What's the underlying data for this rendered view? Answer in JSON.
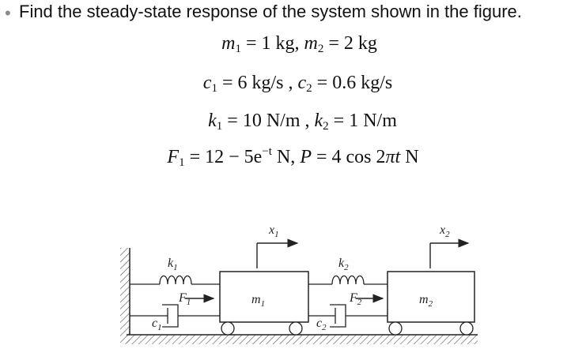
{
  "question": {
    "bullet": "•",
    "text": "Find the steady-state response of the system shown in the figure."
  },
  "equations": {
    "line1": {
      "m1_sym": "m",
      "m1_sub": "1",
      "m1_val": "1 kg,",
      "m2_sym": "m",
      "m2_sub": "2",
      "m2_val": "2 kg"
    },
    "line2": {
      "c1_sym": "c",
      "c1_sub": "1",
      "c1_val": "6 kg/s ,",
      "c2_sym": "c",
      "c2_sub": "2",
      "c2_val": "0.6 kg/s"
    },
    "line3": {
      "k1_sym": "k",
      "k1_sub": "1",
      "k1_val": "10 N/m ,",
      "k2_sym": "k",
      "k2_sub": "2",
      "k2_val": "1 N/m"
    },
    "line4": {
      "F1_sym": "F",
      "F1_sub": "1",
      "F1_expr": "12 − 5e",
      "F1_exp": "−t",
      "F1_unit": "N,",
      "P_sym": "P",
      "P_expr": "4 cos 2",
      "P_pi": "πt",
      "P_unit": "N"
    }
  },
  "figure": {
    "k1": {
      "sym": "k",
      "sub": "1"
    },
    "k2": {
      "sym": "k",
      "sub": "2"
    },
    "c1": {
      "sym": "c",
      "sub": "1"
    },
    "c2": {
      "sym": "c",
      "sub": "2"
    },
    "F1": {
      "sym": "F",
      "sub": "1"
    },
    "F2": {
      "sym": "F",
      "sub": "2"
    },
    "m1": {
      "sym": "m",
      "sub": "1"
    },
    "m2": {
      "sym": "m",
      "sub": "2"
    },
    "x1": {
      "sym": "x",
      "sub": "1"
    },
    "x2": {
      "sym": "x",
      "sub": "2"
    }
  }
}
